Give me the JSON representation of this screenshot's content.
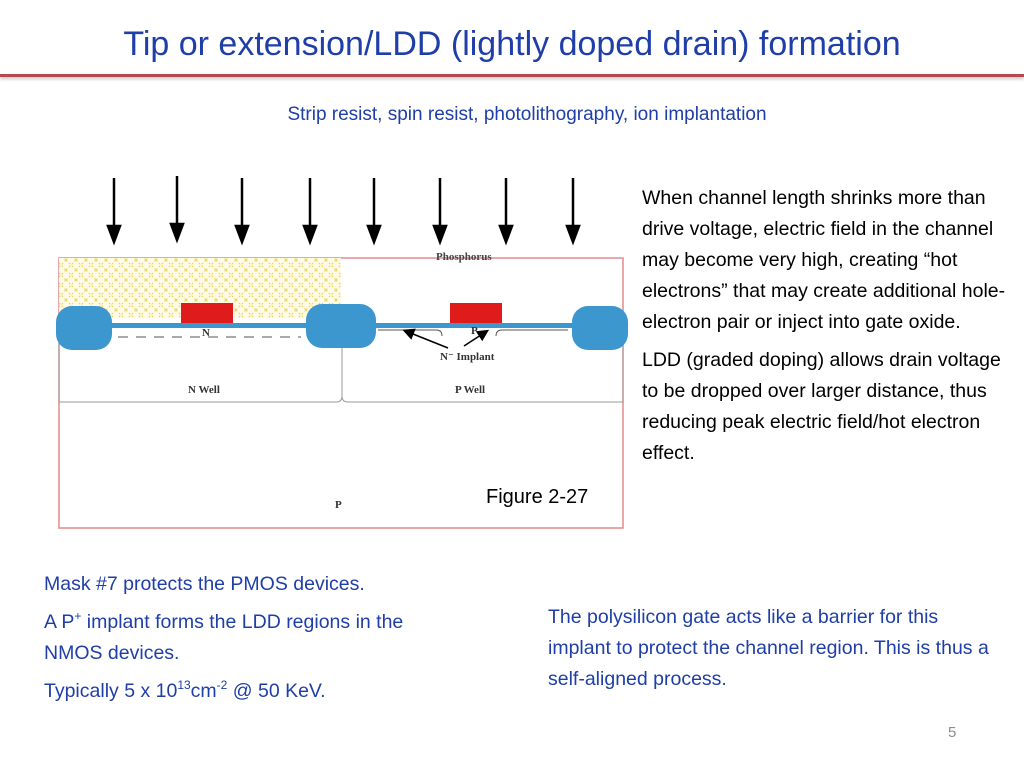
{
  "slide": {
    "title": "Tip or extension/LDD (lightly doped drain) formation",
    "subtitle": "Strip resist, spin resist, photolithography, ion implantation",
    "page_number": "5"
  },
  "figure": {
    "caption": "Figure 2-27",
    "labels": {
      "phosphorus": "Phosphorus",
      "n_region": "N",
      "p_region": "P",
      "n_implant": "N⁻ Implant",
      "n_well": "N Well",
      "p_well": "P Well",
      "substrate": "P"
    },
    "colors": {
      "gate": "#e01b1b",
      "field_oxide": "#3d97cf",
      "resist_hatch": "#e8d25a",
      "well_outline": "#e28a8a"
    }
  },
  "right_text": {
    "p1": "When channel length shrinks more than drive voltage, electric field in the channel may become very high, creating “hot electrons” that may create additional hole-electron pair or inject into gate oxide.",
    "p2": "LDD (graded doping) allows drain voltage to be dropped over larger distance, thus reducing peak electric field/hot electron effect."
  },
  "left_text": {
    "p1": "Mask #7 protects the PMOS devices.",
    "p2_a": "A P",
    "p2_sup": "+",
    "p2_b": " implant forms the LDD regions in the NMOS devices.",
    "p3_a": "Typically 5 x 10",
    "p3_sup1": "13",
    "p3_b": "cm",
    "p3_sup2": "-2",
    "p3_c": " @ 50 KeV."
  },
  "bottom_right_text": {
    "p1": "The polysilicon gate acts like a barrier for this implant to protect the channel region. This is thus a self-aligned process."
  }
}
